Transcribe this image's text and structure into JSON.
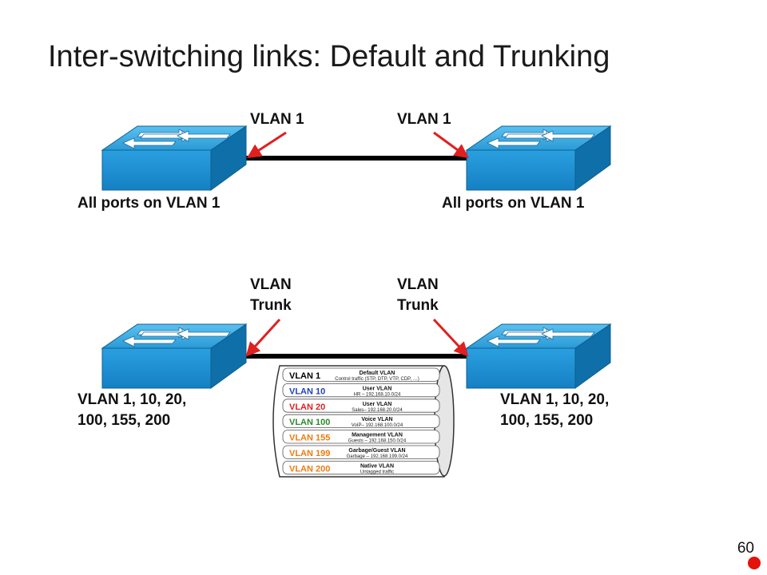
{
  "title": "Inter-switching links: Default and Trunking",
  "top": {
    "left_link_label": "VLAN 1",
    "right_link_label": "VLAN 1",
    "left_switch_label": "All ports on VLAN 1",
    "right_switch_label": "All ports on VLAN 1"
  },
  "bottom": {
    "left_link_label": "VLAN\nTrunk",
    "right_link_label": "VLAN\nTrunk",
    "left_switch_label": "VLAN 1, 10, 20,\n100, 155, 200",
    "right_switch_label": "VLAN 1, 10, 20,\n100, 155, 200"
  },
  "trunk_vlans": [
    {
      "id": "VLAN 1",
      "id_color": "#000000",
      "name": "Default VLAN",
      "desc": "Control traffic (STP, DTP, VTP, CDP, …)"
    },
    {
      "id": "VLAN 10",
      "id_color": "#1f3fbf",
      "name": "User VLAN",
      "desc": "HR – 192.168.10.0/24"
    },
    {
      "id": "VLAN 20",
      "id_color": "#e02020",
      "name": "User VLAN",
      "desc": "Sales– 192.168.20.0/24"
    },
    {
      "id": "VLAN 100",
      "id_color": "#2a8a2a",
      "name": "Voice VLAN",
      "desc": "VoIP– 192.168.100.0/24"
    },
    {
      "id": "VLAN 155",
      "id_color": "#f07a10",
      "name": "Management VLAN",
      "desc": "Guests – 192.168.150.0/24"
    },
    {
      "id": "VLAN 199",
      "id_color": "#f07a10",
      "name": "Garbage/Guest VLAN",
      "desc": "Garbage – 192.168.199.0/24"
    },
    {
      "id": "VLAN 200",
      "id_color": "#f07a10",
      "name": "Native VLAN",
      "desc": "Untagged traffic"
    }
  ],
  "page_number": "60",
  "colors": {
    "switch_top": "#35a6e0",
    "switch_front": "#1b8fd0",
    "switch_side": "#0f6fa8",
    "arrow": "#e02020",
    "link": "#000000",
    "accent_dot": "#e3120b"
  }
}
